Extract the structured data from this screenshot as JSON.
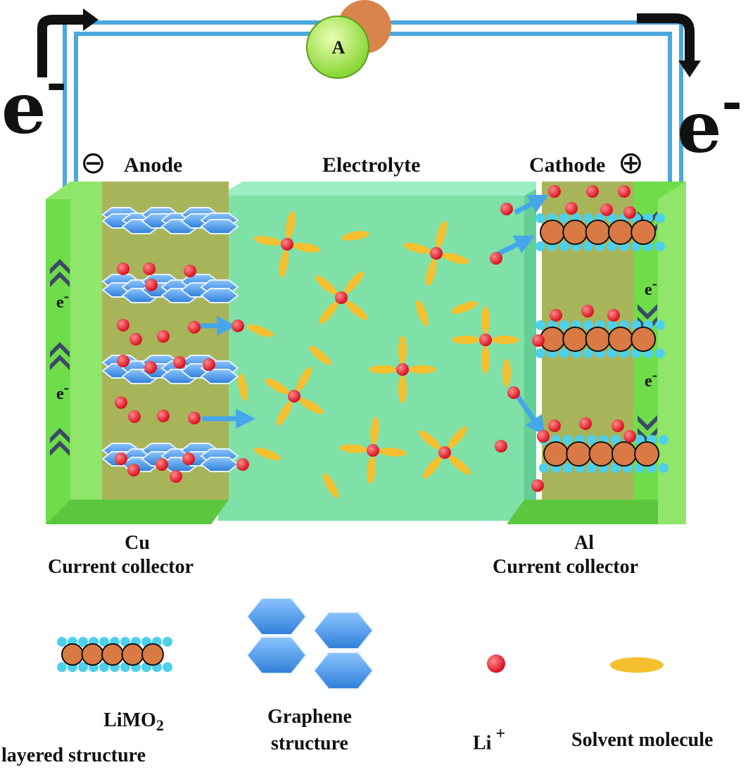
{
  "labels": {
    "ammeter": "A",
    "electron_symbol": "e",
    "electron_charge": "-",
    "anode": "Anode",
    "electrolyte": "Electrolyte",
    "cathode": "Cathode",
    "negative_sign": "⊖",
    "positive_sign": "⊕",
    "cu_label": "Cu",
    "cu_collector": "Current collector",
    "al_label": "Al",
    "al_collector": "Current collector"
  },
  "legend": {
    "limo2_main": "LiMO",
    "limo2_sub": "2",
    "limo2_desc": "layered structure",
    "graphene_line1": "Graphene",
    "graphene_line2": "structure",
    "li_main": "Li",
    "li_sup": "+",
    "solvent": "Solvent molecule"
  },
  "colors": {
    "wire": "#4aa8e0",
    "collector": "#6fdc4a",
    "electrode_bg": "#a8b45a",
    "electrolyte": "#7fe0a8",
    "li_ion": "#e8242c",
    "solvent": "#f4c030",
    "graphene": "#4f9ae6",
    "metal_oxide": "#d97a45",
    "oxygen": "#4fd0ea",
    "chevron": "#3c4a66"
  }
}
